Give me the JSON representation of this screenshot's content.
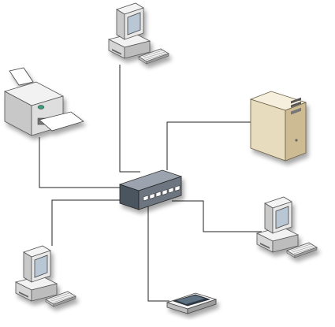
{
  "diagram": {
    "nodes": [
      {
        "id": "workstation-top",
        "kind": "desktop-computer"
      },
      {
        "id": "printer",
        "kind": "laser-printer"
      },
      {
        "id": "server",
        "kind": "tower-server"
      },
      {
        "id": "switch",
        "kind": "network-hub"
      },
      {
        "id": "workstation-right",
        "kind": "desktop-computer"
      },
      {
        "id": "workstation-bottom-left",
        "kind": "desktop-computer"
      },
      {
        "id": "scanner",
        "kind": "flatbed-scanner"
      }
    ],
    "links": [
      {
        "from": "switch",
        "to": "workstation-top"
      },
      {
        "from": "switch",
        "to": "printer"
      },
      {
        "from": "switch",
        "to": "server"
      },
      {
        "from": "switch",
        "to": "workstation-right"
      },
      {
        "from": "switch",
        "to": "workstation-bottom-left"
      },
      {
        "from": "switch",
        "to": "scanner"
      }
    ],
    "colors": {
      "line": "#222222",
      "device_light": "#f4f4f4",
      "device_mid": "#c8c8c8",
      "device_dark": "#8a8a8a",
      "screen": "#b9c6d4",
      "server_beige": "#efe4cc",
      "switch_body": "#6c7480"
    }
  }
}
